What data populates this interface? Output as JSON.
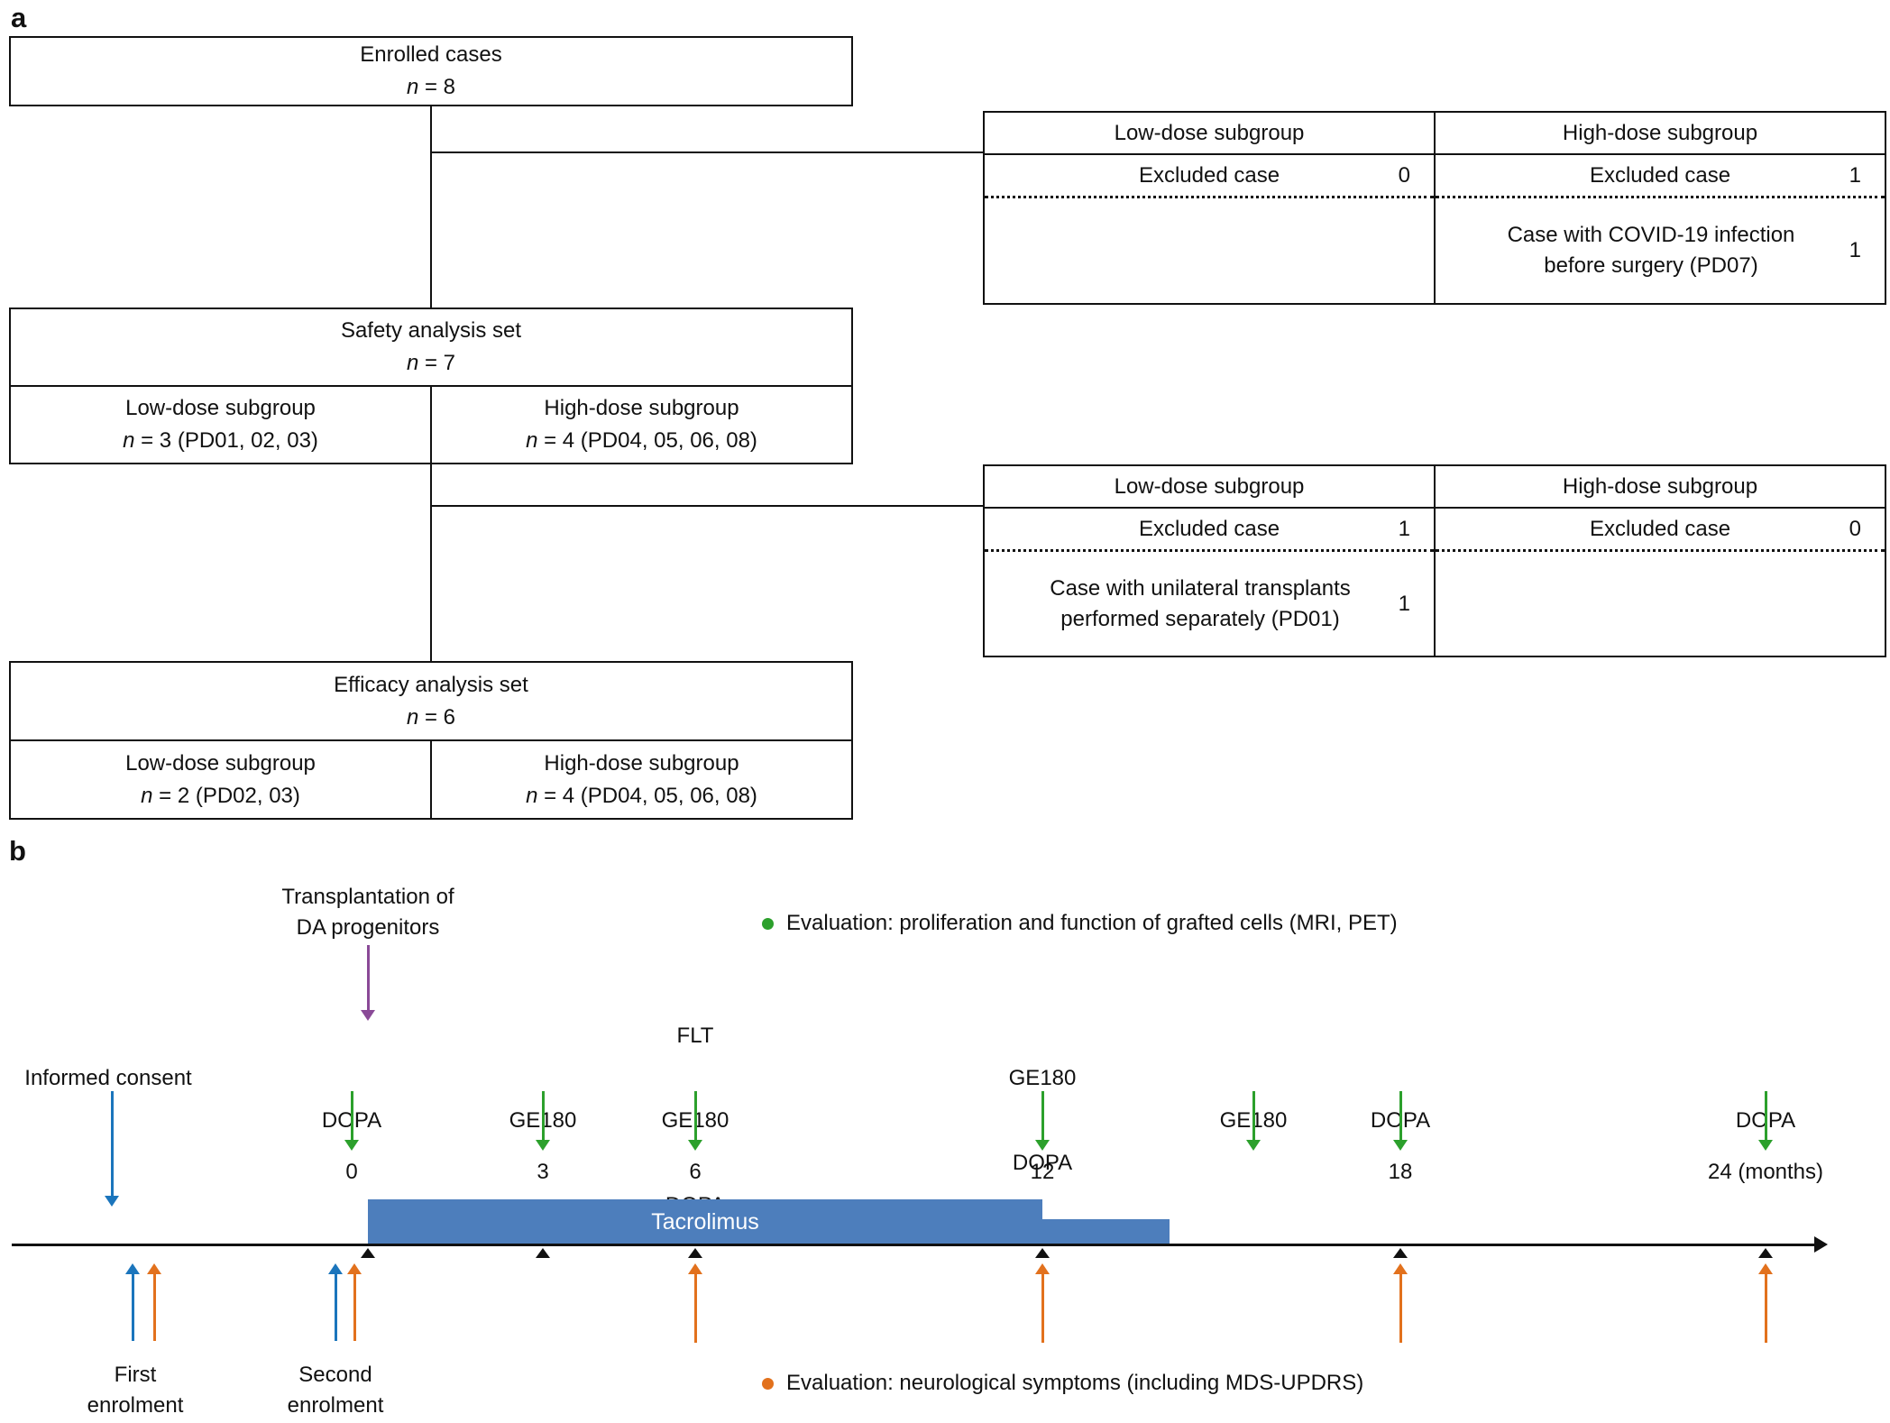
{
  "colors": {
    "ink": "#111111",
    "purple": "#8a4a97",
    "green": "#2ca02c",
    "blue": "#1b75bc",
    "orange": "#e2711d",
    "bar_blue": "#4d7ebc"
  },
  "panel_a": {
    "label": "a",
    "enrolled": {
      "title": "Enrolled cases",
      "n_var": "n",
      "n_rest": " = 8"
    },
    "exclusion_table_1": {
      "left": {
        "header": "Low-dose subgroup",
        "excluded_label": "Excluded case",
        "excluded_count": "0",
        "reason": "",
        "reason_count": ""
      },
      "right": {
        "header": "High-dose subgroup",
        "excluded_label": "Excluded case",
        "excluded_count": "1",
        "reason": "Case with COVID-19 infection\nbefore surgery (PD07)",
        "reason_count": "1"
      }
    },
    "safety": {
      "title": "Safety analysis set",
      "n_var": "n",
      "n_rest": " = 7"
    },
    "safety_low": {
      "header": "Low-dose subgroup",
      "n_var": "n",
      "n_rest": " = 3 (PD01, 02, 03)"
    },
    "safety_high": {
      "header": "High-dose subgroup",
      "n_var": "n",
      "n_rest": " = 4 (PD04, 05, 06, 08)"
    },
    "exclusion_table_2": {
      "left": {
        "header": "Low-dose subgroup",
        "excluded_label": "Excluded case",
        "excluded_count": "1",
        "reason": "Case with unilateral transplants\nperformed separately (PD01)",
        "reason_count": "1"
      },
      "right": {
        "header": "High-dose subgroup",
        "excluded_label": "Excluded case",
        "excluded_count": "0",
        "reason": "",
        "reason_count": ""
      }
    },
    "efficacy": {
      "title": "Efficacy analysis set",
      "n_var": "n",
      "n_rest": " = 6"
    },
    "efficacy_low": {
      "header": "Low-dose subgroup",
      "n_var": "n",
      "n_rest": " = 2 (PD02, 03)"
    },
    "efficacy_high": {
      "header": "High-dose subgroup",
      "n_var": "n",
      "n_rest": " = 4 (PD04, 05, 06, 08)"
    }
  },
  "panel_b": {
    "label": "b",
    "transplant_label": "Transplantation of\nDA progenitors",
    "informed_consent_label": "Informed consent",
    "eval_grafted_note": "Evaluation: proliferation and function of grafted cells (MRI, PET)",
    "eval_neuro_note": "Evaluation: neurological symptoms (including MDS-UPDRS)",
    "tacrolimus_label": "Tacrolimus",
    "first_enrolment_label": "First\nenrolment",
    "second_enrolment_label": "Second\nenrolment",
    "timepoints": [
      {
        "labels": [
          "DOPA"
        ],
        "tick": "0"
      },
      {
        "labels": [
          "GE180"
        ],
        "tick": "3"
      },
      {
        "labels": [
          "FLT",
          "GE180",
          "DOPA"
        ],
        "tick": "6"
      },
      {
        "labels": [
          "GE180",
          "DOPA"
        ],
        "tick": "12"
      },
      {
        "labels": [
          "GE180"
        ],
        "tick": ""
      },
      {
        "labels": [
          "DOPA"
        ],
        "tick": "18"
      },
      {
        "labels": [
          "DOPA"
        ],
        "tick": "24 (months)"
      }
    ]
  }
}
